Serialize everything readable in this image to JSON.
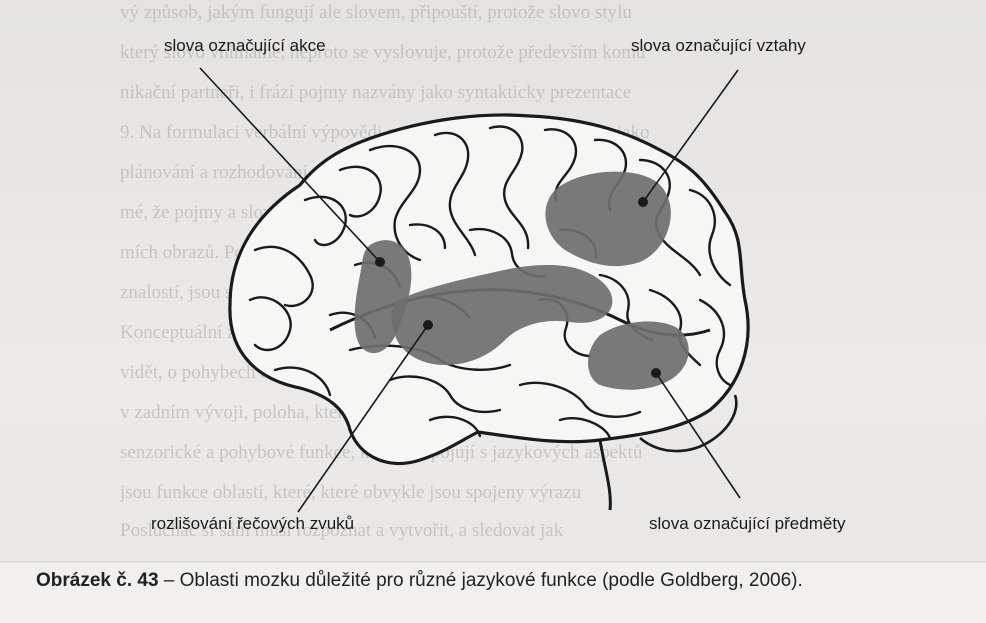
{
  "labels": {
    "action_words": "slova označující akce",
    "relation_words": "slova označující vztahy",
    "speech_sounds": "rozlišování řečových zvuků",
    "object_words": "slova označující předměty"
  },
  "caption": {
    "prefix": "Obrázek č. 43",
    "text": " – Oblasti mozku důležité pro různé jazykové funkce (podle Goldberg, 2006)."
  },
  "colors": {
    "region_fill": "#6e6e6e",
    "outline": "#1a1a1a",
    "page": "#e9e8e6"
  }
}
